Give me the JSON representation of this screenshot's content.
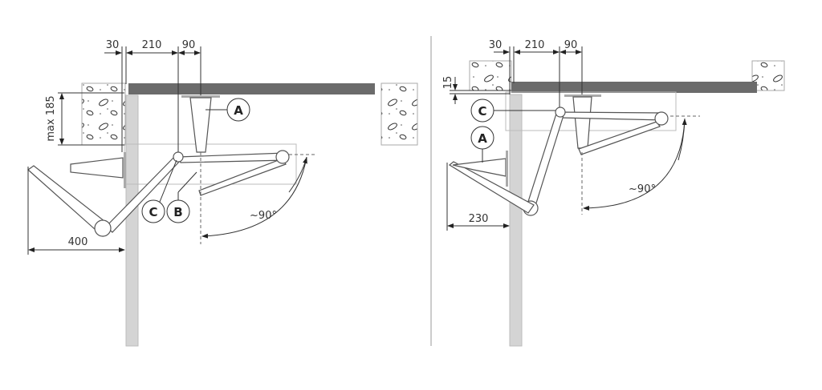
{
  "left_view": {
    "dimensions": {
      "d1": "30",
      "d2": "210",
      "d3": "90",
      "height": "max 185",
      "reach": "400",
      "angle": "~90°"
    },
    "callouts": {
      "a": "A",
      "b": "B",
      "c": "C"
    }
  },
  "right_view": {
    "dimensions": {
      "d1": "30",
      "d2": "210",
      "d3": "90",
      "offset": "15",
      "reach": "230",
      "angle": "~90°"
    },
    "callouts": {
      "a": "A",
      "c": "C"
    }
  },
  "colors": {
    "slab": "#6b6b6b",
    "wall": "#d4d4d4",
    "line": "#333333"
  }
}
